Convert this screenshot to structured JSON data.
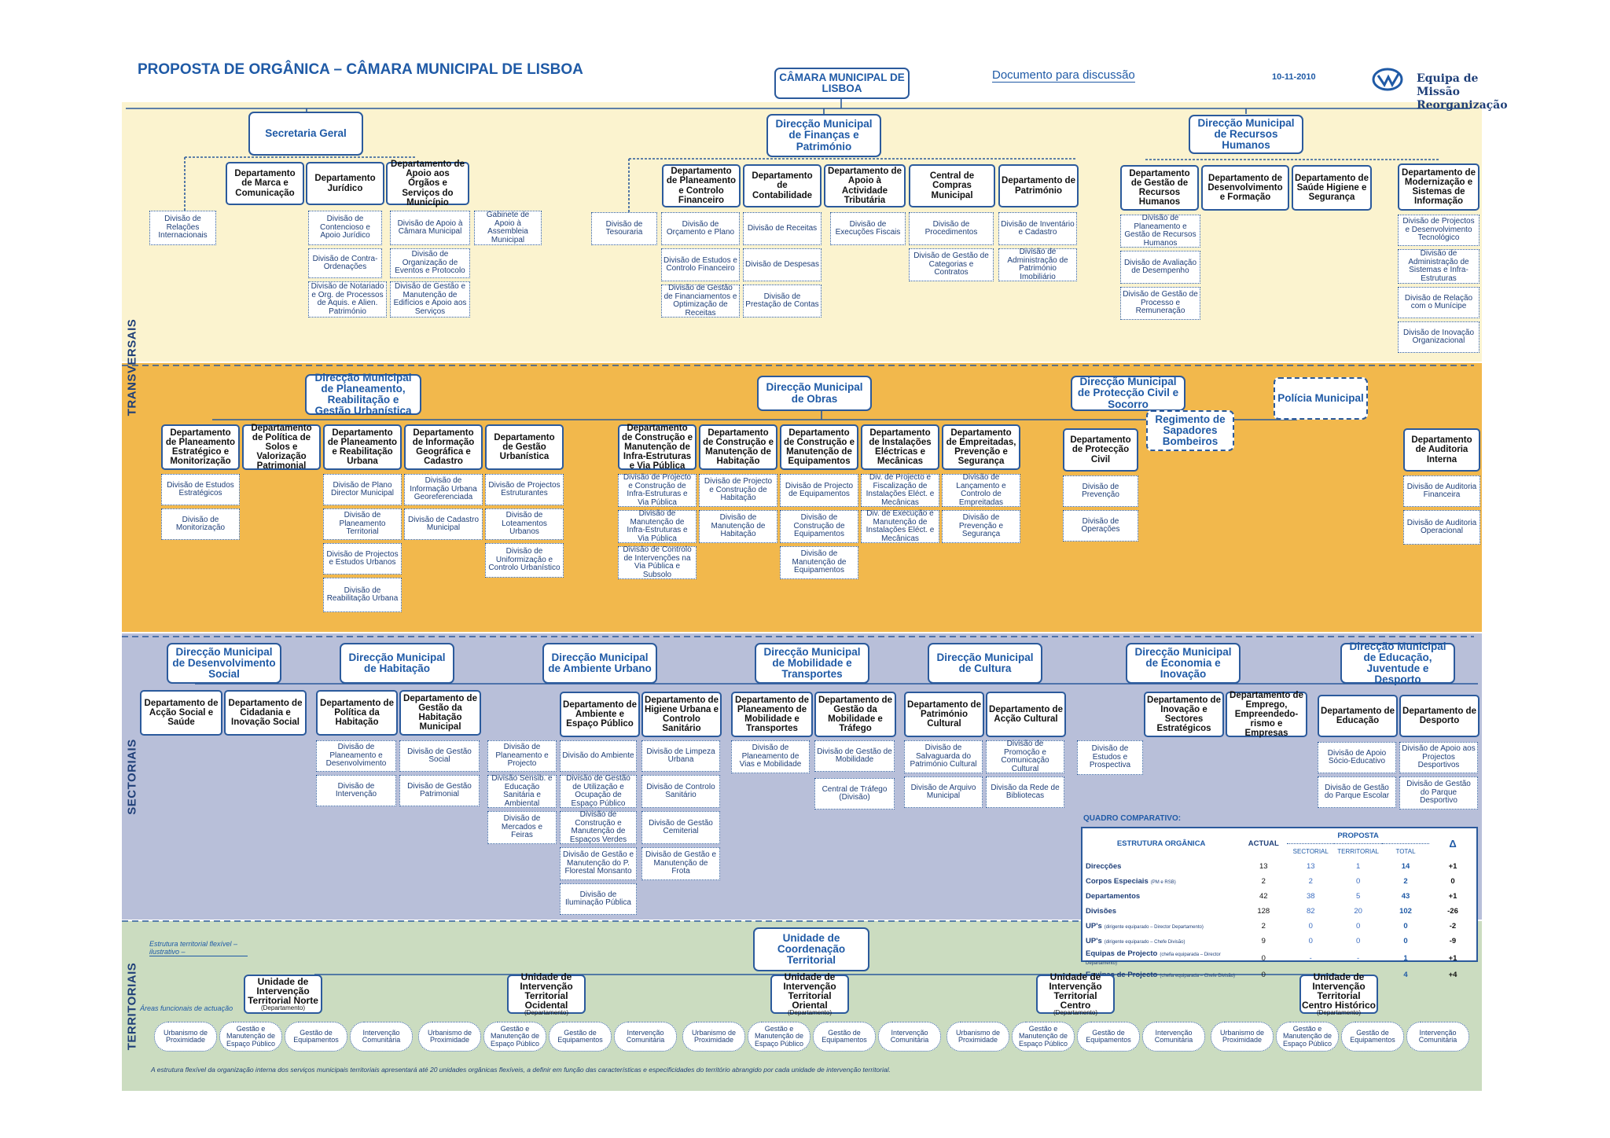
{
  "header": {
    "title": "PROPOSTA DE ORGÂNICA – CÂMARA MUNICIPAL DE LISBOA",
    "top": "CÂMARA MUNICIPAL DE LISBOA",
    "doc": "Documento para discussão",
    "date": "10-11-2010",
    "logo": "Equipa de Missão Reorganização"
  },
  "bands": {
    "t": "TRANSVERSAIS",
    "s": "SECTORIAIS",
    "g": "TERRITORIAIS"
  },
  "t": {
    "sg": "Secretaria Geral",
    "dmf": "Direcção Municipal de Finanças e Património",
    "dmrh": "Direcção Municipal de Recursos Humanos",
    "dmc": "Departamento de Marca e Comunicação",
    "dj": "Departamento Jurídico",
    "dao": "Departamento de Apoio aos Órgãos e Serviços do Município",
    "dri": "Divisão de Relações Internacionais",
    "dcaj": "Divisão de Contencioso e Apoio Jurídico",
    "dco": "Divisão de Contra-Ordenações",
    "dno": "Divisão de Notariado e Org. de Processos de Aquis. e Alien. Património",
    "dacm": "Divisão de Apoio à Câmara Municipal",
    "doep": "Divisão de Organização de Eventos e Protocolo",
    "dgme": "Divisão de Gestão e Manutenção de Edifícios e Apoio aos Serviços",
    "gaam": "Gabinete de Apoio à Assembleia Municipal",
    "dteso": "Divisão de Tesouraria",
    "dpcf": "Departamento de Planeamento e Controlo Financeiro",
    "dcont": "Departamento de Contabilidade",
    "daat": "Departamento de Apoio à Actividade Tributária",
    "ccm": "Central de Compras Municipal",
    "dpat": "Departamento de Património",
    "dop": "Divisão de Orçamento e Plano",
    "decf": "Divisão de Estudos e Controlo Financeiro",
    "dgfo": "Divisão de Gestão de Financiamentos e Optimização de Receitas",
    "drec": "Divisão de Receitas",
    "ddesp": "Divisão de Despesas",
    "dpc": "Divisão de Prestação de Contas",
    "def": "Divisão de Execuções Fiscais",
    "dproc": "Divisão de Procedimentos",
    "dgcc": "Divisão de Gestão de Categorias e Contratos",
    "dic": "Divisão de Inventário e Cadastro",
    "dapi": "Divisão de Administração de Património Imobiliário",
    "dpgrh": "Departamento de Gestão de Recursos Humanos",
    "ddf": "Departamento de Desenvolvimento e Formação",
    "dshs": "Departamento de Saúde Higiene e Segurança",
    "dmsi": "Departamento de Modernização e Sistemas de Informação",
    "dpgr": "Divisão de Planeamento e Gestão de Recursos Humanos",
    "dad": "Divisão de Avaliação de Desempenho",
    "dgpr": "Divisão de Gestão de Processo e Remuneração",
    "dpdt": "Divisão de Projectos e Desenvolvimento Tecnológico",
    "dasi": "Divisão de Administração de Sistemas e Infra-Estruturas",
    "drm": "Divisão de Relação com o Munícipe",
    "dio": "Divisão de Inovação Organizacional"
  },
  "o": {
    "dmpru": "Direcção Municipal de Planeamento, Reabilitação e Gestão Urbanística",
    "dmo": "Direcção Municipal de Obras",
    "dmpc": "Direcção Municipal de Protecção Civil e Socorro",
    "rsb": "Regimento de Sapadores Bombeiros",
    "pm": "Polícia Municipal",
    "dpem": "Departamento de Planeamento Estratégico e Monitorização",
    "dpsv": "Departamento de Política de Solos e Valorização Patrimonial",
    "dpru": "Departamento de Planeamento e Reabilitação Urbana",
    "dig": "Departamento de Informação Geográfica e Cadastro",
    "dgu": "Departamento de Gestão Urbanística",
    "dest": "Divisão de Estudos Estratégicos",
    "dmon": "Divisão de Monitorização",
    "dpdm": "Divisão de Plano Director Municipal",
    "dpt": "Divisão de Planeamento Territorial",
    "dpeu": "Divisão de Projectos e Estudos Urbanos",
    "dreab": "Divisão de Reabilitação Urbana",
    "diug": "Divisão de Informação Urbana Georeferenciada",
    "dcm": "Divisão de Cadastro Municipal",
    "dpe": "Divisão de Projectos Estruturantes",
    "dlu": "Divisão de Loteamentos Urbanos",
    "duc": "Divisão de Uniformização e Controlo Urbanístico",
    "dcmi": "Departamento de Construção e Manutenção de Infra-Estruturas e Via Pública",
    "dcmh": "Departamento de Construção e Manutenção de Habitação",
    "dcme": "Departamento de Construção e Manutenção de Equipamentos",
    "diem": "Departamento de Instalações Eléctricas e Mecânicas",
    "deps": "Departamento de Empreitadas, Prevenção e Segurança",
    "dpci": "Divisão de Projecto e Construção de Infra-Estruturas e Via Pública",
    "dmiv": "Divisão de Manutenção de Infra-Estruturas e Via Pública",
    "dcisv": "Divisão de Controlo de Intervenções na Via Pública e Subsolo",
    "dpch": "Divisão de Projecto e Construção de Habitação",
    "dmh": "Divisão de Manutenção de Habitação",
    "dpeq": "Divisão de Projecto de Equipamentos",
    "dceq": "Divisão de Construção de Equipamentos",
    "dmeq": "Divisão de Manutenção de Equipamentos",
    "dpfi": "Div. de Projecto e Fiscalização de Instalações Eléct. e Mecânicas",
    "demi": "Div. de Execução e Manutenção de Instalações Eléct. e Mecânicas",
    "dlce": "Divisão de Lançamento e Controlo de Empreitadas",
    "dps": "Divisão de Prevenção e Segurança",
    "dprot": "Departamento de Protecção Civil",
    "dprev": "Divisão de Prevenção",
    "doper": "Divisão de Operações",
    "dai": "Departamento de Auditoria Interna",
    "daf": "Divisão de Auditoria Financeira",
    "daop": "Divisão de Auditoria Operacional"
  },
  "s": {
    "dmds": "Direcção Municipal de Desenvolvimento Social",
    "dmh": "Direcção Municipal de Habitação",
    "dmau": "Direcção Municipal de Ambiente Urbano",
    "dmmt": "Direcção Municipal de Mobilidade e Transportes",
    "dmcult": "Direcção Municipal de Cultura",
    "dmei": "Direcção Municipal de Economia e Inovação",
    "dmejd": "Direcção Municipal de Educação, Juventude e Desporto",
    "dass": "Departamento de Acção Social e Saúde",
    "dcis": "Departamento de Cidadania e Inovação Social",
    "dph": "Departamento de Política da Habitação",
    "dghm": "Departamento de Gestão da Habitação Municipal",
    "daep": "Departamento de Ambiente e Espaço Público",
    "dhuc": "Departamento de Higiene Urbana e Controlo Sanitário",
    "dpmt": "Departamento de Planeamento de Mobilidade e Transportes",
    "dgmt": "Departamento de Gestão da Mobilidade e Tráfego",
    "dpc": "Departamento de Património Cultural",
    "dac": "Departamento de Acção Cultural",
    "dise": "Departamento de Inovação e Sectores Estratégicos",
    "deet": "Departamento de Emprego, Empreendedo-rismo e Empresas",
    "ded": "Departamento de Educação",
    "ddesp": "Departamento de Desporto",
    "dphd": "Divisão de Planeamento e Desenvolvimento",
    "dint": "Divisão de Intervenção",
    "dgs": "Divisão de Gestão Social",
    "dgp": "Divisão de Gestão Patrimonial",
    "dppr": "Divisão de Planeamento e Projecto",
    "dseas": "Divisão Sensib. e Educação Sanitária e Ambiental",
    "dmf": "Divisão de Mercados e Feiras",
    "damb": "Divisão do Ambiente",
    "duoep": "Divisão de Gestão de Utilização e Ocupação de Espaço Público",
    "dcmev": "Divisão de Construção e Manutenção de Espaços Verdes",
    "dgmfm": "Divisão de Gestão e Manutenção do P. Florestal Monsanto",
    "dip": "Divisão de Iluminação Pública",
    "dlu": "Divisão de Limpeza Urbana",
    "dcs": "Divisão de Controlo Sanitário",
    "dgc": "Divisão de Gestão Cemiterial",
    "dgmf": "Divisão de Gestão e Manutenção de Frota",
    "dpvm": "Divisão de Planeamento de Vias e Mobilidade",
    "dgm": "Divisão de Gestão de Mobilidade",
    "ctd": "Central de Tráfego (Divisão)",
    "dspc": "Divisão de Salvaguarda do Património Cultural",
    "dam": "Divisão de Arquivo Municipal",
    "dpcc": "Divisão de Promoção e Comunicação Cultural",
    "drb": "Divisão da Rede de Bibliotecas",
    "dep": "Divisão de Estudos e Prospectiva",
    "dase": "Divisão de Apoio Sócio-Educativo",
    "dgpe": "Divisão de Gestão do Parque Escolar",
    "dapd": "Divisão de Apoio aos Projectos Desportivos",
    "dgpd": "Divisão de Gestão do Parque Desportivo"
  },
  "cmp": {
    "title": "QUADRO COMPARATIVO:",
    "h_est": "ESTRUTURA ORGÂNICA",
    "h_act": "ACTUAL",
    "h_prop": "PROPOSTA",
    "h_sec": "SECTORIAL",
    "h_ter": "TERRITORIAL",
    "h_tot": "TOTAL",
    "h_d": "Δ",
    "rows": [
      {
        "l": "Direcções",
        "s": "",
        "a": "13",
        "p": "13",
        "t": "1",
        "o": "14",
        "d": "+1"
      },
      {
        "l": "Corpos Especiais",
        "s": "(PM e RSB)",
        "a": "2",
        "p": "2",
        "t": "0",
        "o": "2",
        "d": "0"
      },
      {
        "l": "Departamentos",
        "s": "",
        "a": "42",
        "p": "38",
        "t": "5",
        "o": "43",
        "d": "+1"
      },
      {
        "l": "Divisões",
        "s": "",
        "a": "128",
        "p": "82",
        "t": "20",
        "o": "102",
        "d": "-26"
      },
      {
        "l": "UP's",
        "s": "(dirigente equiparado – Director Departamento)",
        "a": "2",
        "p": "0",
        "t": "0",
        "o": "0",
        "d": "-2"
      },
      {
        "l": "UP's",
        "s": "(dirigente equiparado – Chefe Divisão)",
        "a": "9",
        "p": "0",
        "t": "0",
        "o": "0",
        "d": "-9"
      },
      {
        "l": "Equipas de Projecto",
        "s": "(chefia equiparada – Director Departamento)",
        "a": "0",
        "p": "-",
        "t": "-",
        "o": "1",
        "d": "+1"
      },
      {
        "l": "Equipas de Projecto",
        "s": "(chefia equiparada – Chefe Divisão)",
        "a": "0",
        "p": "-",
        "t": "-",
        "o": "4",
        "d": "+4"
      }
    ]
  },
  "g": {
    "note": "Estrutura territorial flexível – ilustrativo –",
    "ucoord": "Unidade de Coordenação Territorial",
    "areas": "Áreas funcionais de actuação",
    "dept": "(Departamento)",
    "u1": "Unidade de Intervenção Territorial Norte",
    "u2": "Unidade de Intervenção Territorial Ocidental",
    "u3": "Unidade de Intervenção Territorial Oriental",
    "u4": "Unidade de Intervenção Territorial Centro",
    "u5": "Unidade de Intervenção Territorial Centro Histórico",
    "a1": "Urbanismo de Proximidade",
    "a2": "Gestão e Manutenção de Espaço Público",
    "a3": "Gestão de Equipamentos",
    "a4": "Intervenção Comunitária",
    "footer": "A estrutura flexível da organização interna dos serviços municipais territoriais apresentará até 20 unidades orgânicas flexíveis, a definir em função das características e especificidades do território abrangido por cada unidade de intervenção territorial."
  }
}
